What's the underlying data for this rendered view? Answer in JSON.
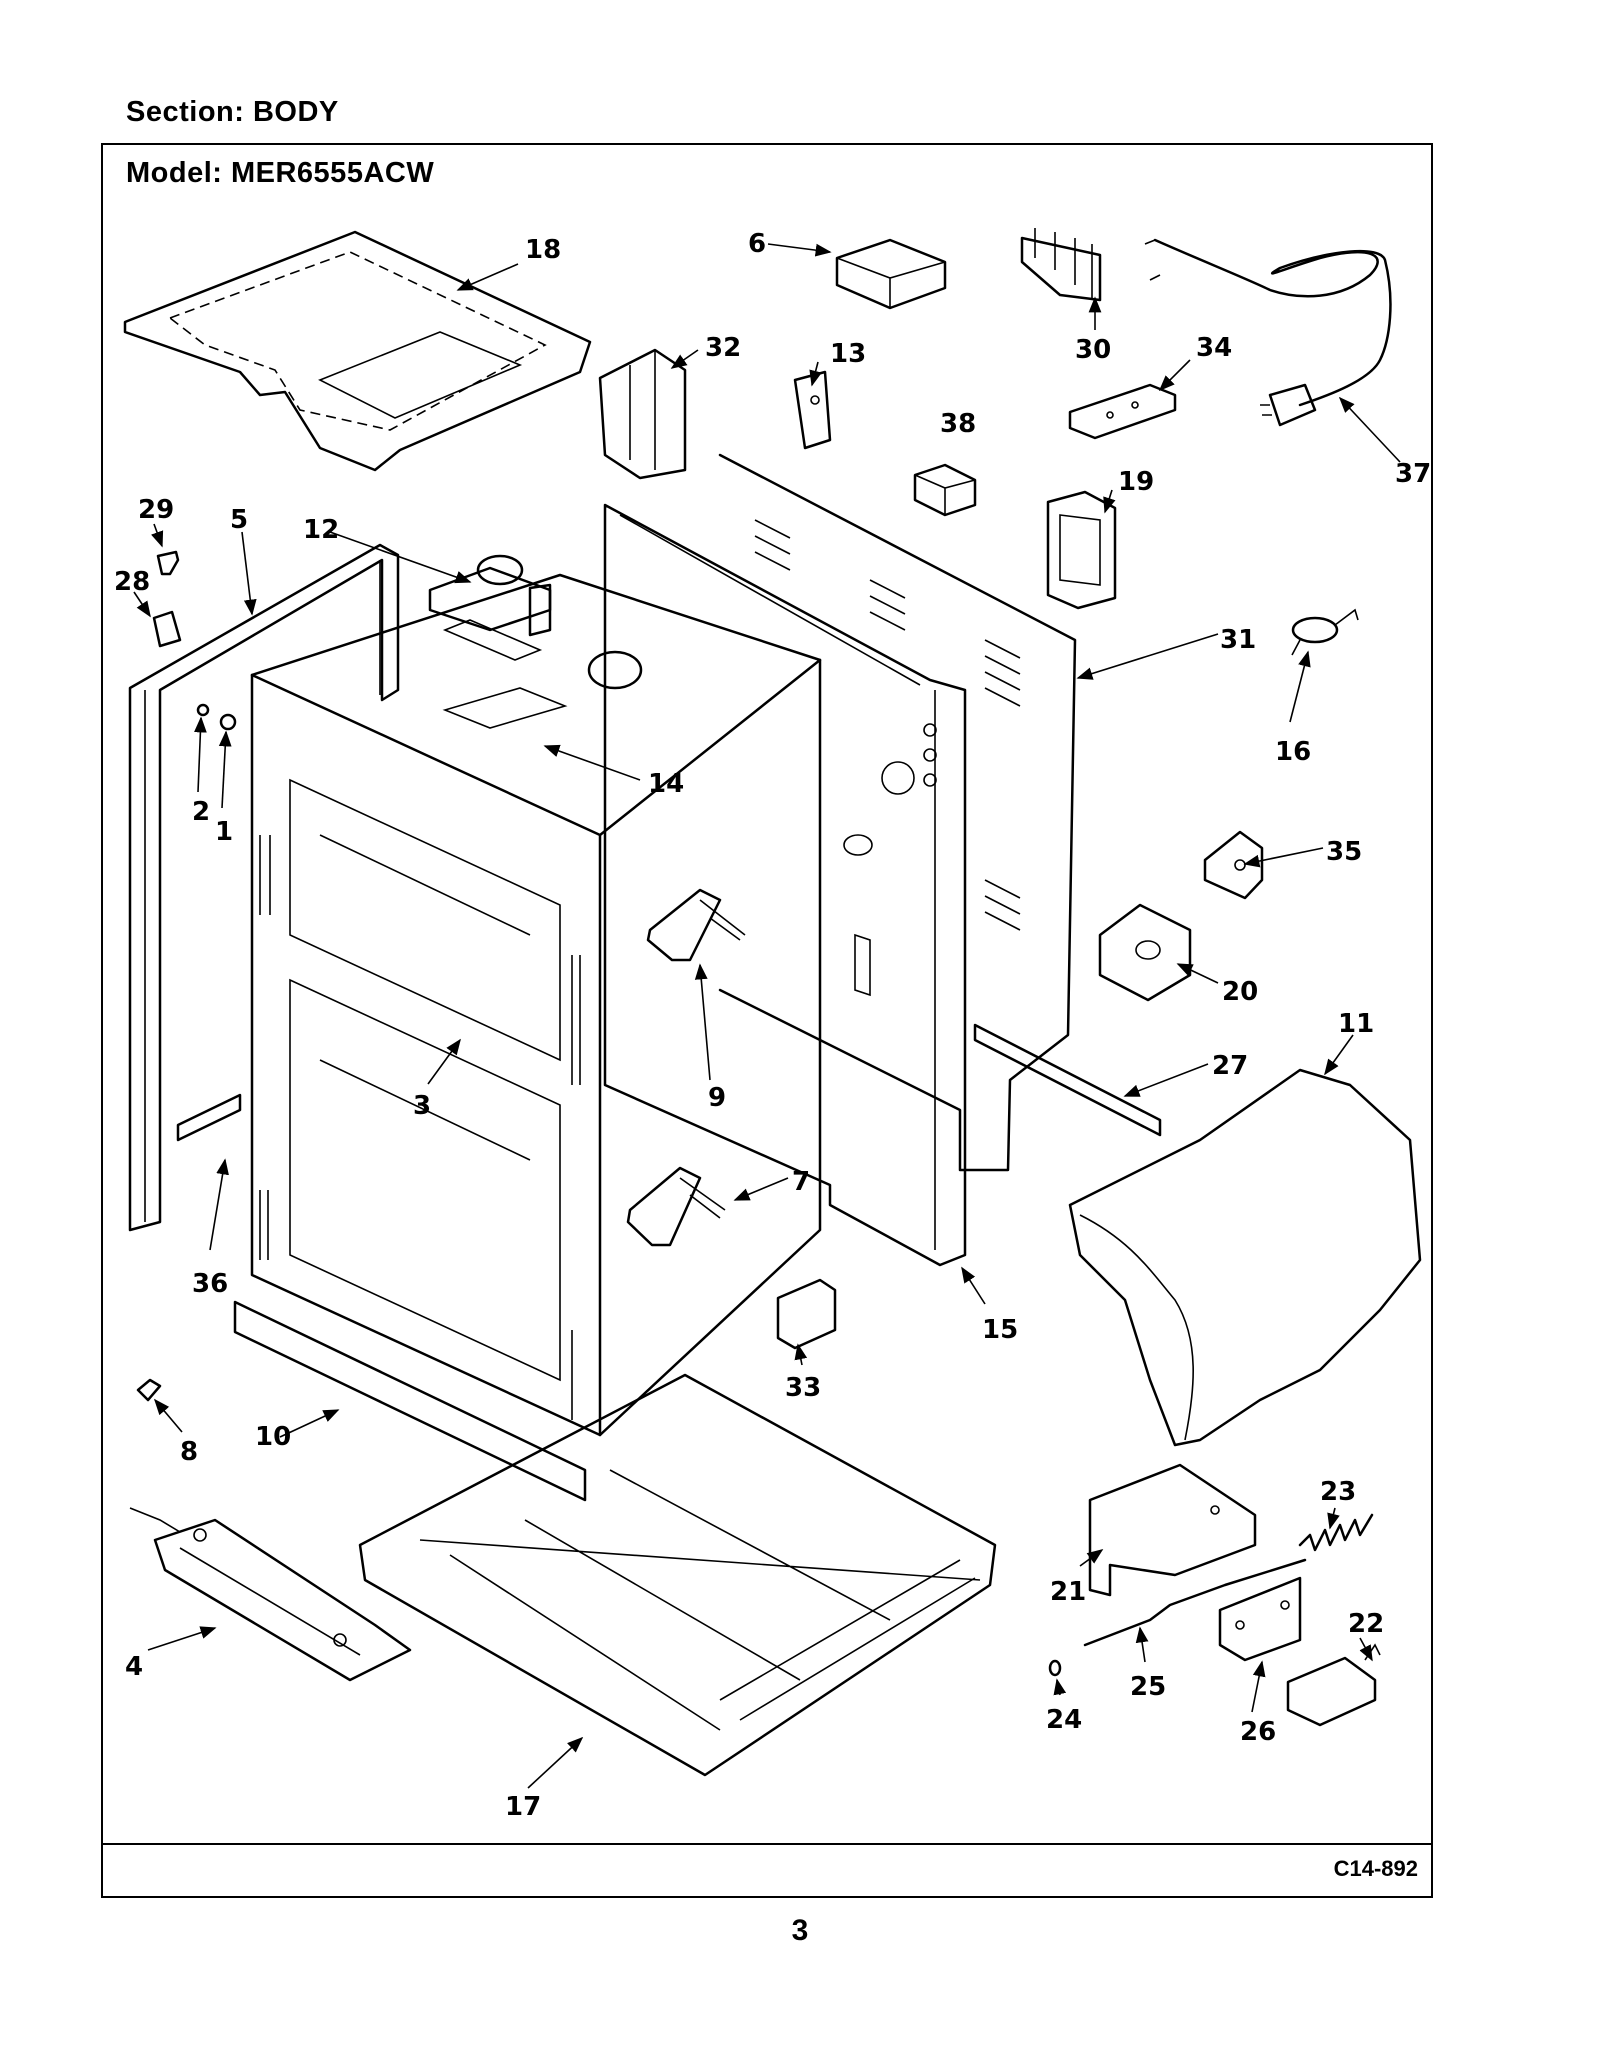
{
  "header": {
    "section_label": "Section:  BODY",
    "model_label": "Model:  MER6555ACW"
  },
  "footer": {
    "drawing_code": "C14-892",
    "page_number": "3"
  },
  "callouts": [
    "1",
    "2",
    "3",
    "4",
    "5",
    "6",
    "7",
    "8",
    "9",
    "10",
    "11",
    "12",
    "13",
    "14",
    "15",
    "16",
    "17",
    "18",
    "19",
    "20",
    "21",
    "22",
    "23",
    "24",
    "25",
    "26",
    "27",
    "28",
    "29",
    "30",
    "31",
    "32",
    "33",
    "34",
    "35",
    "36",
    "37",
    "38"
  ]
}
